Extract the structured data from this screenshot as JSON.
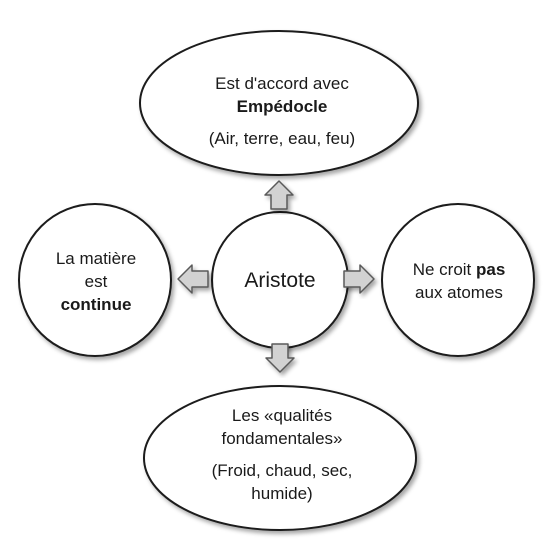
{
  "nodes": {
    "center": {
      "label": "Aristote"
    },
    "top": {
      "line1": "Est d'accord avec",
      "line2_bold": "Empédocle",
      "line3": "(Air, terre, eau, feu)"
    },
    "left": {
      "line1": "La matière",
      "line2": "est",
      "line3_bold": "continue"
    },
    "right": {
      "line1_pre": "Ne croit ",
      "line1_bold": "pas",
      "line2": "aux atomes"
    },
    "bottom": {
      "line1": "Les «qualités",
      "line2": "fondamentales»",
      "line3": "(Froid, chaud, sec,",
      "line4": "humide)"
    }
  },
  "colors": {
    "outline": "#1a1a1a",
    "fill": "#ffffff",
    "arrow_fill": "#d2d2d2",
    "arrow_stroke": "#5a5a5a"
  }
}
